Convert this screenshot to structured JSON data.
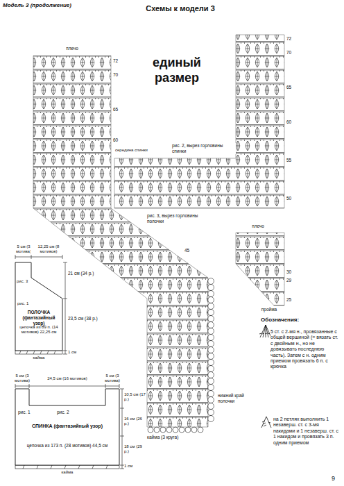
{
  "diagram": {
    "title": "Схемы к модели 3",
    "nodes": [
      {
        "text": [
          "рис. 3",
          "рис. 1",
          "ПОЛОЧКА (фантазийный узор)",
          "цепочка из 89 п. (14 мотивов) 22,25 см"
        ]
      },
      {
        "text": [
          "рис. 1",
          "рис. 2",
          "СПИНКА (фантазийный узор)",
          "цепочка из 173 п. (28 мотивов) 44,5 см"
        ]
      }
    ],
    "labels": [
      "Модель 3 (продолжение)",
      "единый размер",
      "плечо",
      "72",
      "70",
      "65",
      "60",
      "середина спинки",
      "рис. 2, вырез горловины спинки",
      "72",
      "70",
      "65",
      "60",
      "55",
      "50",
      "рис. 3, вырез горловины полочки",
      "45",
      "плечо",
      "30",
      "29",
      "25",
      "пройма",
      "Обозначения:",
      "нижний край полочки",
      "кайма (3 круга)",
      "5 см (3 мотива)",
      "12,25 см (8 мотивов)",
      "21 см (34 р.)",
      "23,5 см (38 р.)",
      "1 см",
      "кайма",
      "5 см (3 мотива)",
      "24,5 см (16 мотивов)",
      "5 см (3 мотива)",
      "10,5 см (17 р.)",
      "16 см (26 р.)",
      "18 см (29 р.)",
      "1 см",
      "кайма",
      "9"
    ],
    "legend": [
      {
        "text": "5 ст. с 2-мя н., провязанные с общей вершиной (= вязать ст. с двойным н., но не довязывать последнюю часть). Затем с н. одним приемом провязать 6 п. с крючка"
      },
      {
        "text": "на 2 петлях выполнить 1 незаверш. ст. с 3-мя накидами и 1 незаверш. ст. с 1 накидом и провязать 3 п. одним приемом"
      }
    ]
  }
}
